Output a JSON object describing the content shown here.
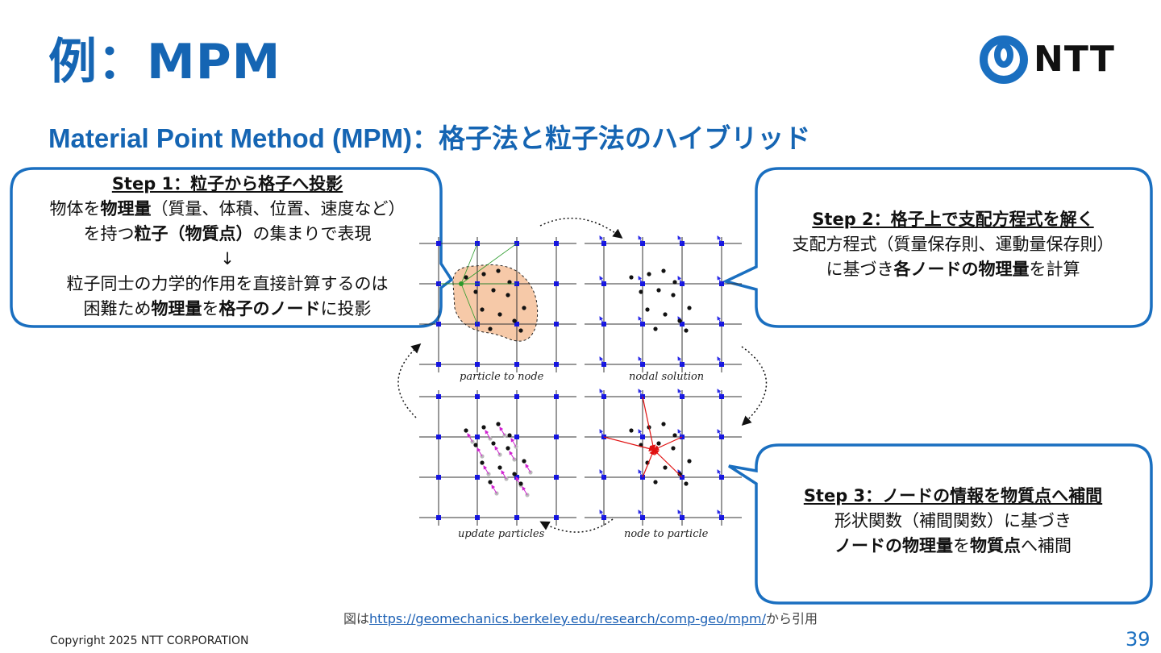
{
  "slide": {
    "title": "例：MPM",
    "subtitle": "Material Point Method (MPM)：格子法と粒子法のハイブリッド",
    "logo_text": "NTT",
    "page_number": "39",
    "copyright": "Copyright 2025 NTT CORPORATION"
  },
  "step1": {
    "title": "Step 1：粒子から格子へ投影",
    "l1_a": "物体を",
    "l1_b": "物理量",
    "l1_c": "（質量、体積、位置、速度など）",
    "l2_a": "を持つ",
    "l2_b": "粒子（物質点）",
    "l2_c": "の集まりで表現",
    "arrow": "↓",
    "l3": "粒子同士の力学的作用を直接計算するのは",
    "l4_a": "困難ため",
    "l4_b": "物理量",
    "l4_c": "を",
    "l4_d": "格子のノード",
    "l4_e": "に投影"
  },
  "step2": {
    "title": "Step 2：格子上で支配方程式を解く",
    "l1": "支配方程式（質量保存則、運動量保存則）",
    "l2_a": "に基づき",
    "l2_b": "各ノードの物理量",
    "l2_c": "を計算"
  },
  "step3": {
    "title": "Step 3：ノードの情報を物質点へ補間",
    "l1": "形状関数（補間関数）に基づき",
    "l2_a": "ノードの物理量",
    "l2_b": "を",
    "l2_c": "物質点",
    "l2_d": "へ補間"
  },
  "figure": {
    "caption_tl": "particle to node",
    "caption_tr": "nodal solution",
    "caption_bl": "update particles",
    "caption_br": "node to particle"
  },
  "source": {
    "prefix": "図は",
    "url": "https://geomechanics.berkeley.edu/research/comp-geo/mpm/",
    "suffix": "から引用"
  },
  "colors": {
    "brand_blue": "#1565b3",
    "callout_border": "#1a6fc0",
    "node_blue": "#1515e0",
    "blob_fill": "#f6c9a8"
  }
}
